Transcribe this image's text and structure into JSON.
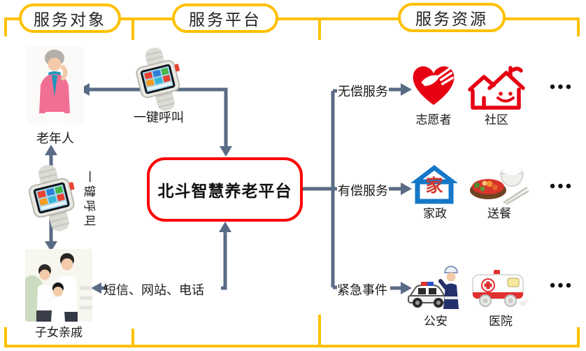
{
  "colors": {
    "frame_yellow": "#FFC000",
    "connector_slate": "#5A6B85",
    "platform_border_red": "#FF0000",
    "icon_red": "#E60012",
    "icon_blue": "#1577C8"
  },
  "header": {
    "sections": [
      {
        "label": "服务对象"
      },
      {
        "label": "服务平台"
      },
      {
        "label": "服务资源"
      }
    ]
  },
  "service_objects": {
    "elderly": {
      "label": "老年人"
    },
    "family": {
      "label": "子女亲戚"
    },
    "watch_vertical_label": "一键呼叫"
  },
  "platform": {
    "title": "北斗智慧养老平台",
    "watch_label": "一键呼叫",
    "channels_label": "短信、网站、电话"
  },
  "service_resources": {
    "branches": [
      {
        "label": "无偿服务",
        "items": [
          {
            "label": "志愿者"
          },
          {
            "label": "社区"
          }
        ],
        "ellipsis": "•••"
      },
      {
        "label": "有偿服务",
        "items": [
          {
            "label": "家政",
            "glyph": "家"
          },
          {
            "label": "送餐"
          }
        ],
        "ellipsis": "•••"
      },
      {
        "label": "紧急事件",
        "items": [
          {
            "label": "公安"
          },
          {
            "label": "医院"
          }
        ],
        "ellipsis": "•••"
      }
    ]
  }
}
